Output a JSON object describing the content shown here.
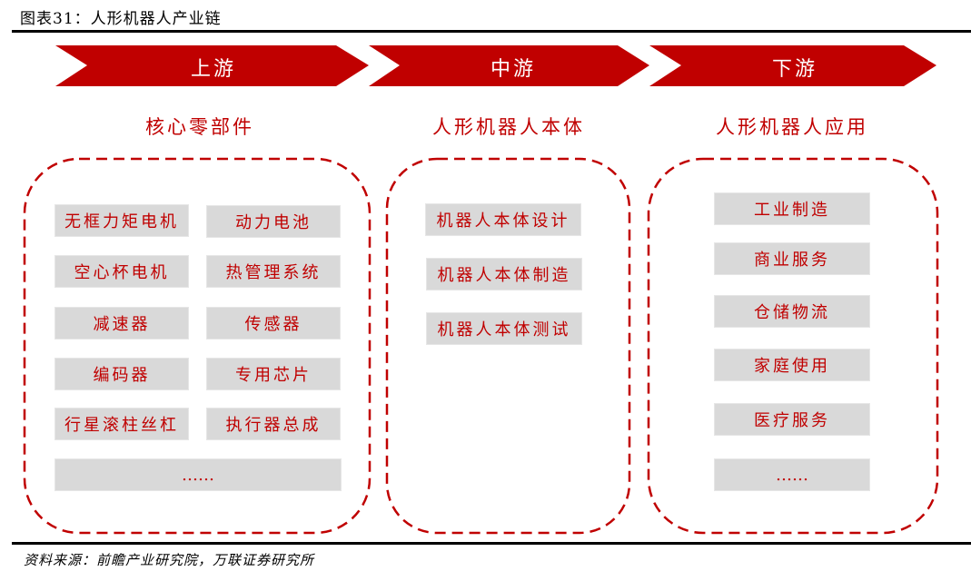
{
  "figure": {
    "title": "图表31：人形机器人产业链",
    "source": "资料来源：前瞻产业研究院，万联证券研究所"
  },
  "colors": {
    "accent": "#c00000",
    "box_fill": "#d9d9d9",
    "arrow_text": "#ffffff",
    "rule": "#000000"
  },
  "stages": [
    {
      "label": "上游",
      "heading": "核心零部件",
      "items": [
        "无框力矩电机",
        "动力电池",
        "空心杯电机",
        "热管理系统",
        "减速器",
        "传感器",
        "编码器",
        "专用芯片",
        "行星滚柱丝杠",
        "执行器总成",
        "……"
      ]
    },
    {
      "label": "中游",
      "heading": "人形机器人本体",
      "items": [
        "机器人本体设计",
        "机器人本体制造",
        "机器人本体测试"
      ]
    },
    {
      "label": "下游",
      "heading": "人形机器人应用",
      "items": [
        "工业制造",
        "商业服务",
        "仓储物流",
        "家庭使用",
        "医疗服务",
        "……"
      ]
    }
  ]
}
